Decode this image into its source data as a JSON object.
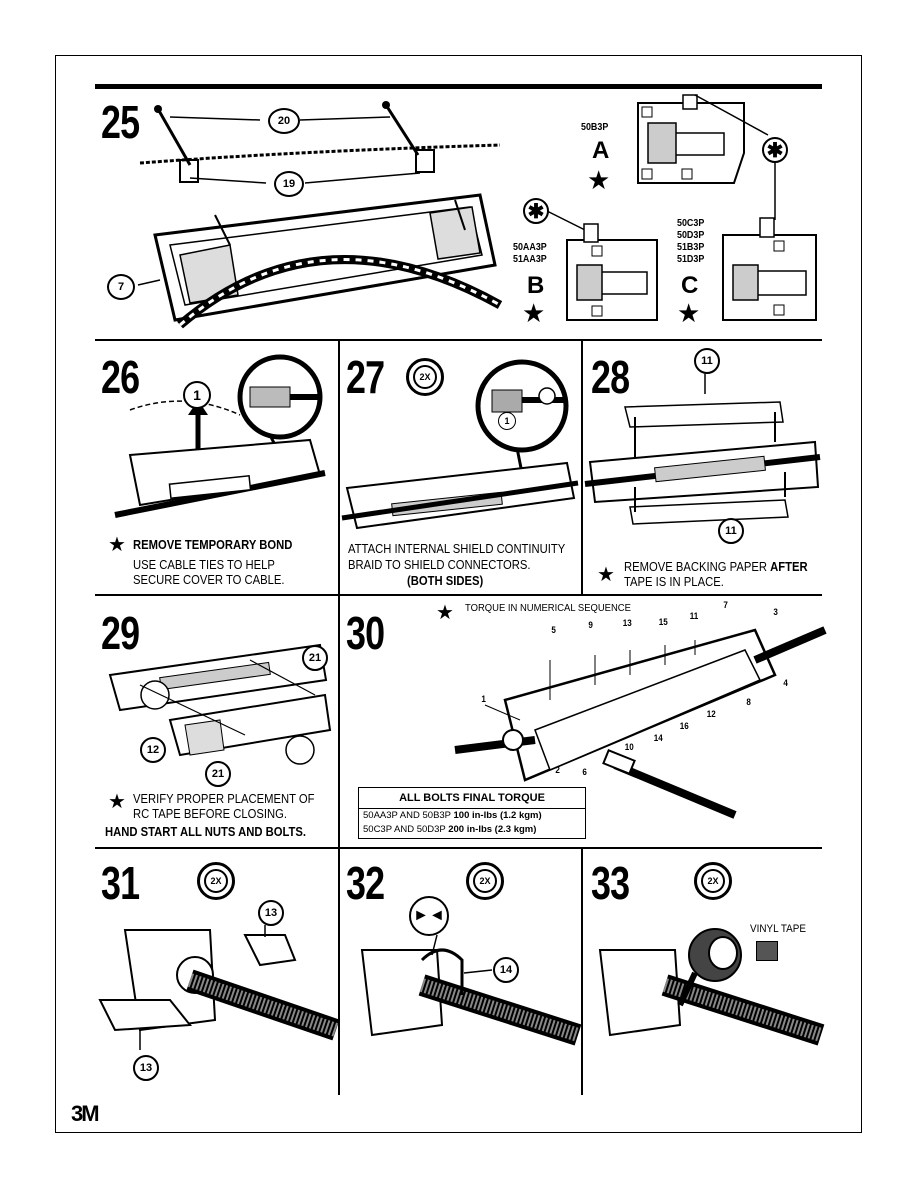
{
  "steps": {
    "s25": {
      "number": "25",
      "callouts": [
        "20",
        "19",
        "7"
      ],
      "variant_a": {
        "codes": "50B3P",
        "letter": "A"
      },
      "variant_b": {
        "codes": "50AA3P\n51AA3P",
        "letter": "B"
      },
      "variant_c": {
        "codes": "50C3P\n50D3P\n51B3P\n51D3P",
        "letter": "C"
      }
    },
    "s26": {
      "number": "26",
      "callout": "1",
      "line1": "REMOVE TEMPORARY BOND",
      "line2": "USE CABLE TIES TO HELP",
      "line3": "SECURE COVER TO CABLE."
    },
    "s27": {
      "number": "27",
      "badge": "2X",
      "callout": "1",
      "line1": "ATTACH INTERNAL SHIELD CONTINUITY",
      "line2": "BRAID TO SHIELD CONNECTORS.",
      "line3": "(BOTH SIDES)"
    },
    "s28": {
      "number": "28",
      "callout_top": "11",
      "callout_bottom": "11",
      "line1_a": "REMOVE BACKING PAPER ",
      "line1_b": "AFTER",
      "line2": "TAPE IS IN PLACE."
    },
    "s29": {
      "number": "29",
      "callouts": [
        "21",
        "12",
        "21"
      ],
      "line1": "VERIFY PROPER PLACEMENT OF",
      "line2": "RC TAPE BEFORE CLOSING.",
      "line3": "HAND START ALL NUTS AND BOLTS."
    },
    "s30": {
      "number": "30",
      "heading": "TORQUE IN NUMERICAL SEQUENCE",
      "sequence": [
        "1",
        "2",
        "3",
        "4",
        "5",
        "6",
        "7",
        "8",
        "9",
        "10",
        "11",
        "12",
        "13",
        "14",
        "15",
        "16"
      ],
      "table": {
        "title": "ALL BOLTS FINAL TORQUE",
        "rows": [
          {
            "models": "50AA3P AND 50B3P",
            "torque": "100 in-lbs (1.2 kgm)"
          },
          {
            "models": "50C3P AND 50D3P",
            "torque": "200 in-lbs (2.3 kgm)"
          }
        ]
      }
    },
    "s31": {
      "number": "31",
      "badge": "2X",
      "callouts": [
        "13",
        "13"
      ]
    },
    "s32": {
      "number": "32",
      "badge": "2X",
      "callout": "14"
    },
    "s33": {
      "number": "33",
      "badge": "2X",
      "label": "VINYL TAPE"
    }
  },
  "footer": {
    "logo": "3M"
  }
}
